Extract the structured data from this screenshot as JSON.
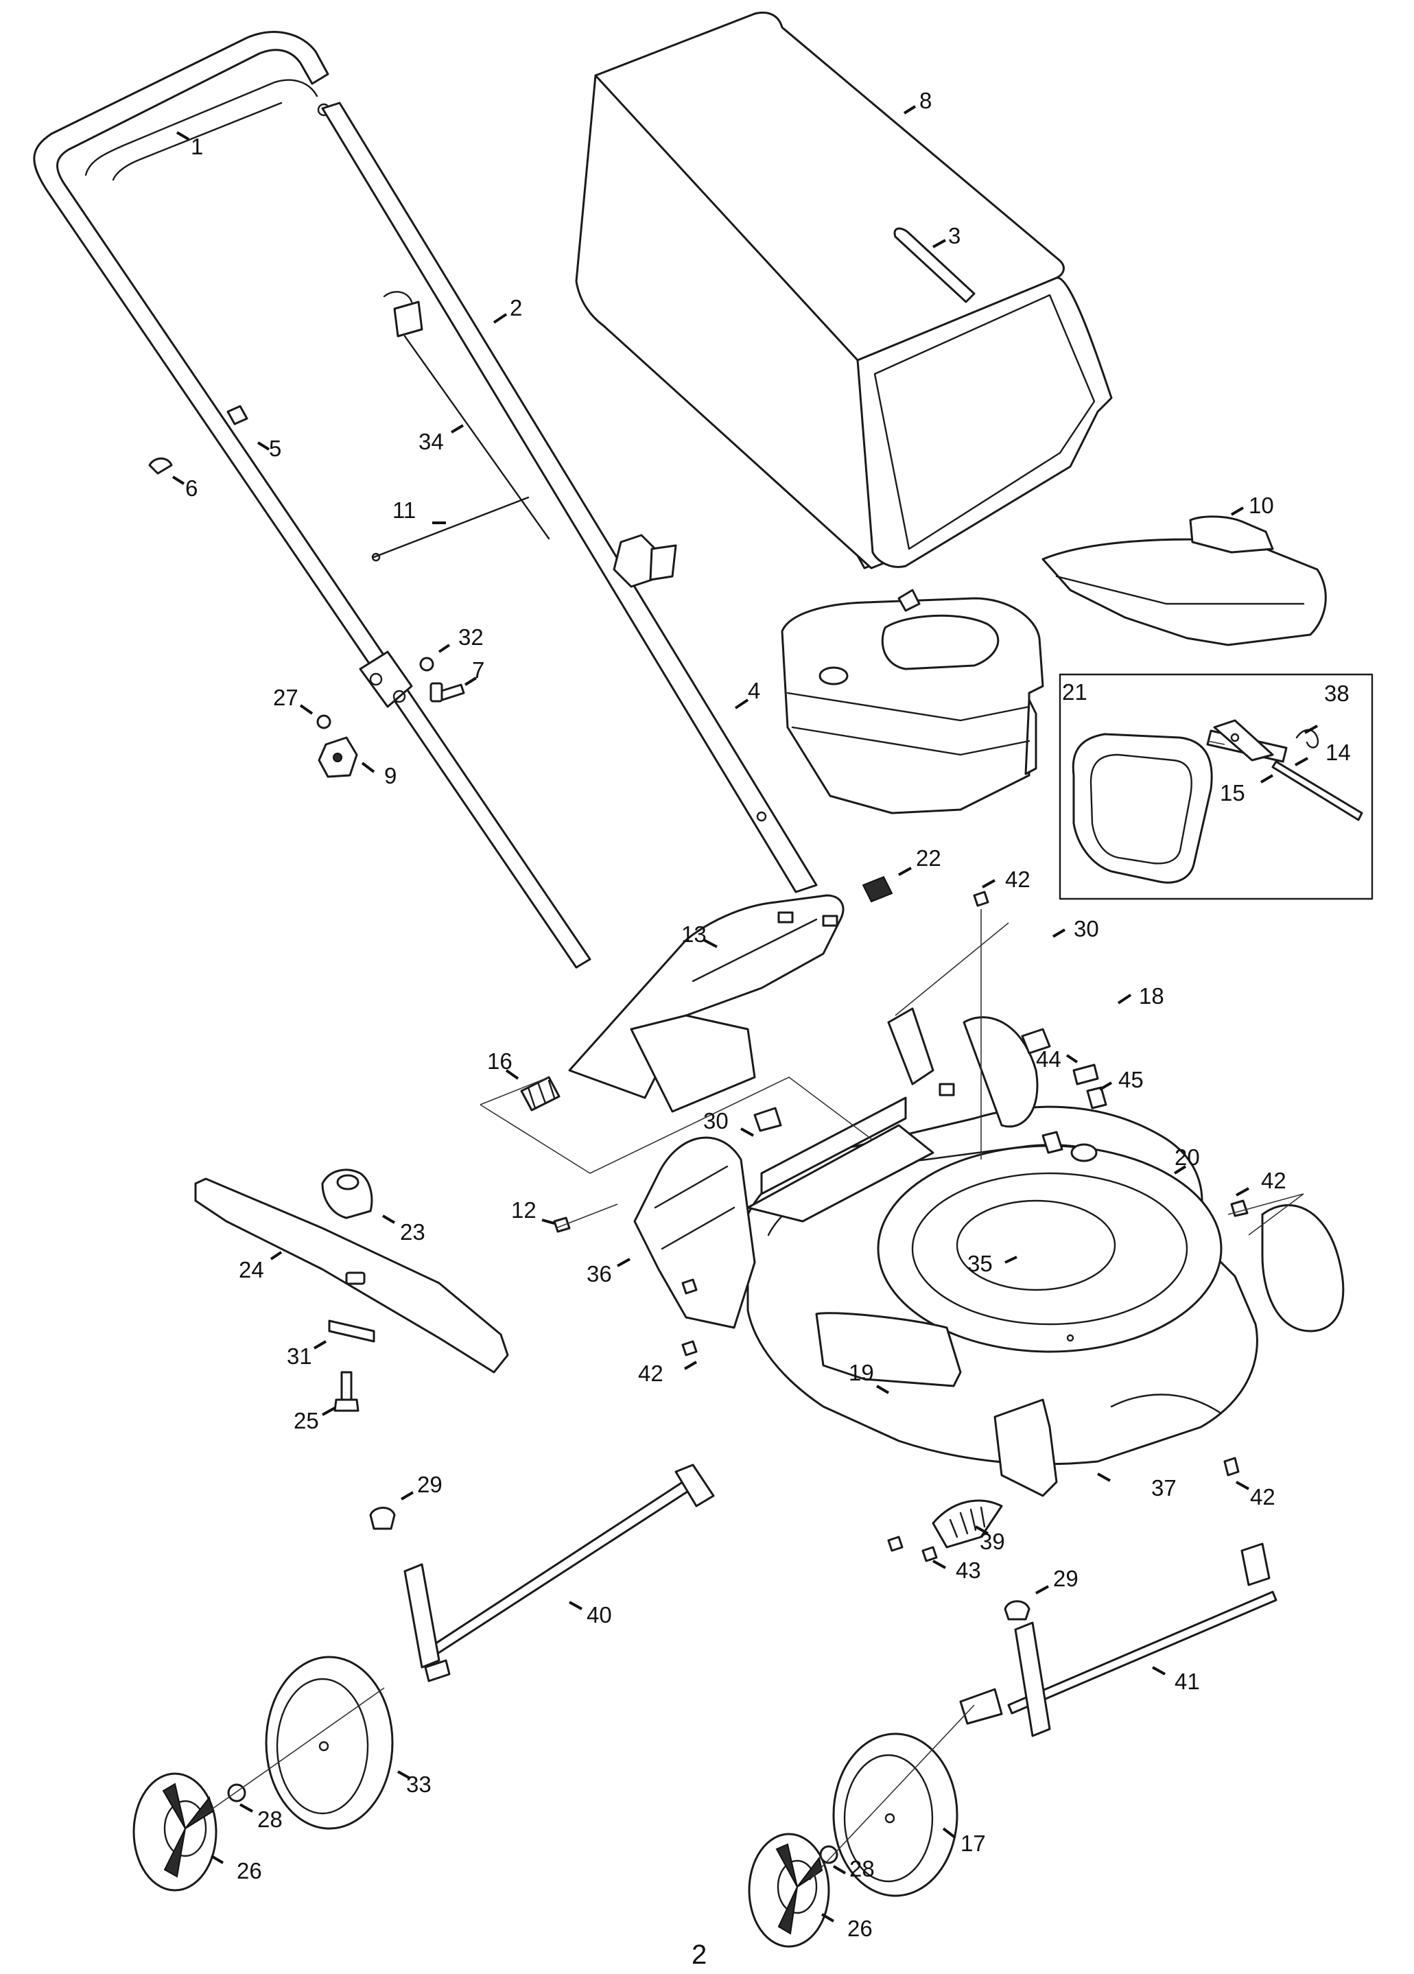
{
  "diagram": {
    "type": "exploded-parts-diagram",
    "page_number": "2",
    "colors": {
      "line": "#1a1a1a",
      "background": "#ffffff"
    },
    "callouts": [
      {
        "id": "c1",
        "label": "1"
      },
      {
        "id": "c2",
        "label": "2"
      },
      {
        "id": "c3",
        "label": "3"
      },
      {
        "id": "c4",
        "label": "4"
      },
      {
        "id": "c5",
        "label": "5"
      },
      {
        "id": "c6",
        "label": "6"
      },
      {
        "id": "c7",
        "label": "7"
      },
      {
        "id": "c8",
        "label": "8"
      },
      {
        "id": "c9",
        "label": "9"
      },
      {
        "id": "c10",
        "label": "10"
      },
      {
        "id": "c11",
        "label": "11"
      },
      {
        "id": "c12",
        "label": "12"
      },
      {
        "id": "c13",
        "label": "13"
      },
      {
        "id": "c14",
        "label": "14"
      },
      {
        "id": "c15",
        "label": "15"
      },
      {
        "id": "c16",
        "label": "16"
      },
      {
        "id": "c17",
        "label": "17"
      },
      {
        "id": "c18",
        "label": "18"
      },
      {
        "id": "c19",
        "label": "19"
      },
      {
        "id": "c20",
        "label": "20"
      },
      {
        "id": "c21",
        "label": "21"
      },
      {
        "id": "c22",
        "label": "22"
      },
      {
        "id": "c23",
        "label": "23"
      },
      {
        "id": "c24",
        "label": "24"
      },
      {
        "id": "c25",
        "label": "25"
      },
      {
        "id": "c26a",
        "label": "26"
      },
      {
        "id": "c26b",
        "label": "26"
      },
      {
        "id": "c27",
        "label": "27"
      },
      {
        "id": "c28a",
        "label": "28"
      },
      {
        "id": "c28b",
        "label": "28"
      },
      {
        "id": "c29a",
        "label": "29"
      },
      {
        "id": "c29b",
        "label": "29"
      },
      {
        "id": "c30a",
        "label": "30"
      },
      {
        "id": "c30b",
        "label": "30"
      },
      {
        "id": "c31",
        "label": "31"
      },
      {
        "id": "c32",
        "label": "32"
      },
      {
        "id": "c33",
        "label": "33"
      },
      {
        "id": "c34",
        "label": "34"
      },
      {
        "id": "c35",
        "label": "35"
      },
      {
        "id": "c36",
        "label": "36"
      },
      {
        "id": "c37",
        "label": "37"
      },
      {
        "id": "c38",
        "label": "38"
      },
      {
        "id": "c39",
        "label": "39"
      },
      {
        "id": "c40",
        "label": "40"
      },
      {
        "id": "c41",
        "label": "41"
      },
      {
        "id": "c42a",
        "label": "42"
      },
      {
        "id": "c42b",
        "label": "42"
      },
      {
        "id": "c42c",
        "label": "42"
      },
      {
        "id": "c42d",
        "label": "42"
      },
      {
        "id": "c43",
        "label": "43"
      },
      {
        "id": "c44",
        "label": "44"
      },
      {
        "id": "c45",
        "label": "45"
      }
    ]
  }
}
